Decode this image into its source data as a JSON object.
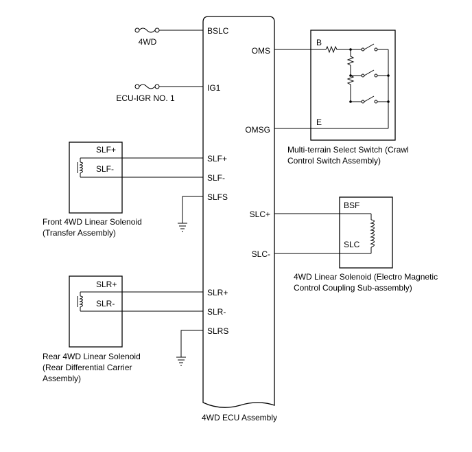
{
  "ecu": {
    "name": "4WD ECU Assembly",
    "pins_left": [
      "BSLC",
      "IG1",
      "SLF+",
      "SLF-",
      "SLFS",
      "SLR+",
      "SLR-",
      "SLRS"
    ],
    "pins_right": [
      "OMS",
      "OMSG",
      "SLC+",
      "SLC-"
    ]
  },
  "fuses": [
    {
      "label": "4WD"
    },
    {
      "label": "ECU-IGR NO. 1"
    }
  ],
  "front_solenoid": {
    "terminals": [
      "SLF+",
      "SLF-"
    ],
    "caption_line1": "Front 4WD Linear Solenoid",
    "caption_line2": "(Transfer Assembly)"
  },
  "rear_solenoid": {
    "terminals": [
      "SLR+",
      "SLR-"
    ],
    "caption_line1": "Rear 4WD Linear Solenoid",
    "caption_line2": "(Rear Differential Carrier",
    "caption_line3": "Assembly)"
  },
  "select_switch": {
    "terminals": [
      "B",
      "E"
    ],
    "caption_line1": "Multi-terrain Select Switch (Crawl",
    "caption_line2": "Control Switch Assembly)"
  },
  "coupling_solenoid": {
    "terminals": [
      "BSF",
      "SLC"
    ],
    "caption_line1": "4WD Linear Solenoid (Electro Magnetic",
    "caption_line2": "Control Coupling Sub-assembly)"
  }
}
